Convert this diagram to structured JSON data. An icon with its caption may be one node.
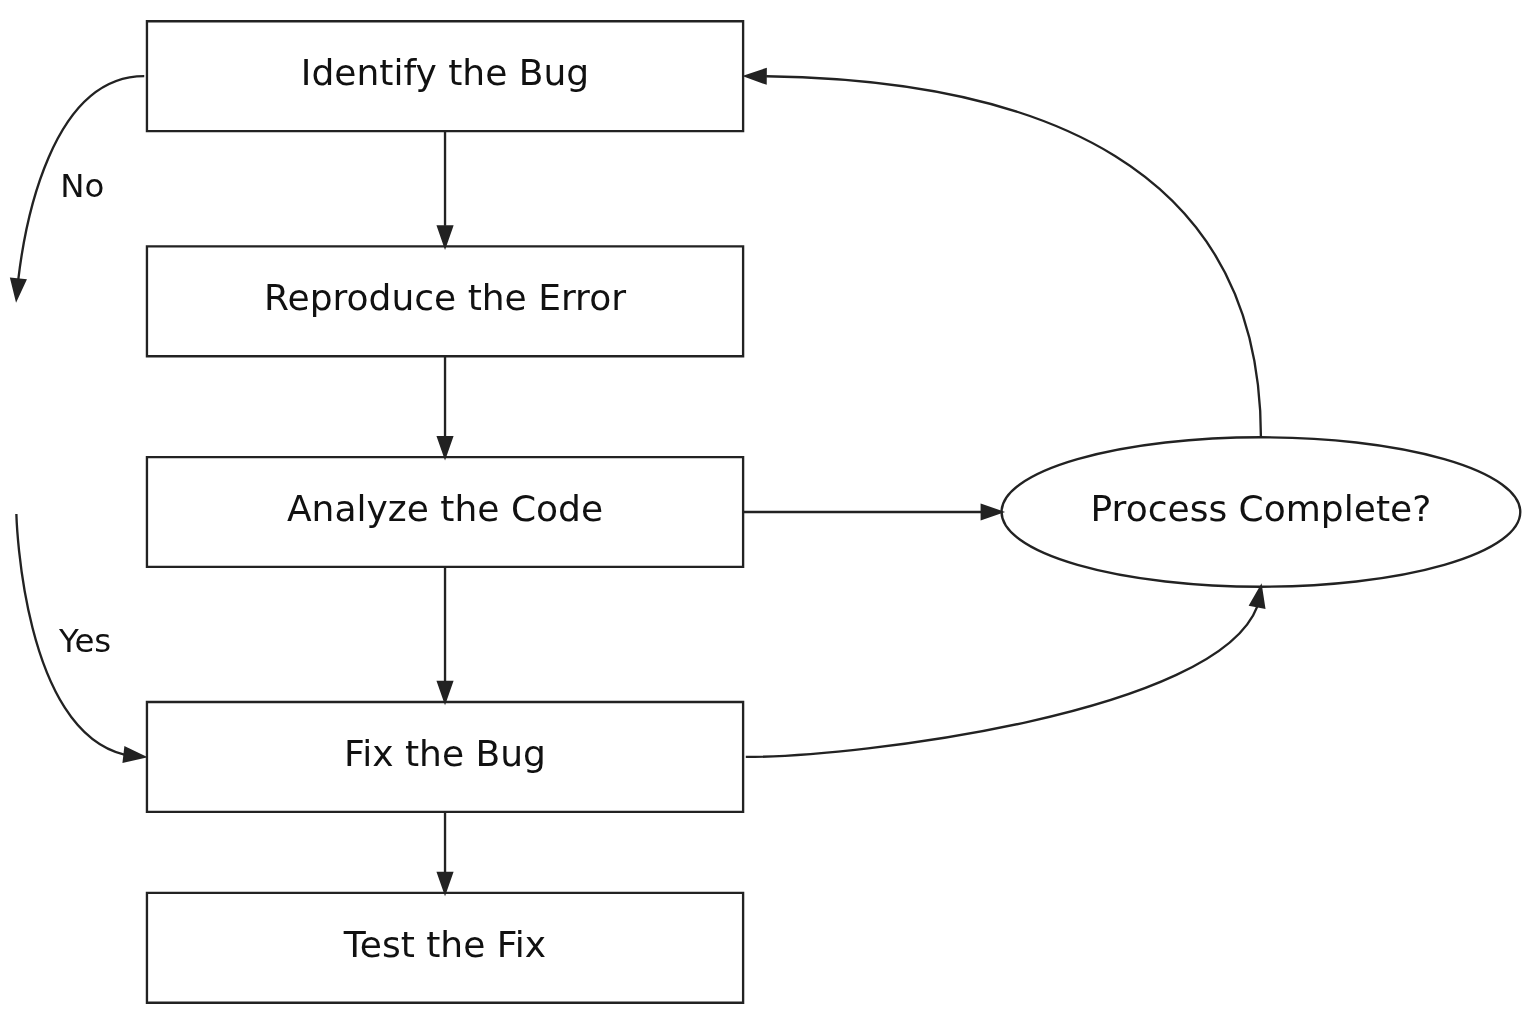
{
  "diagram": {
    "nodes": [
      {
        "text": [
          "Identify the Bug"
        ]
      },
      {
        "text": [
          "Reproduce the Error"
        ]
      },
      {
        "text": [
          "Analyze the Code"
        ]
      },
      {
        "text": [
          "Fix the Bug"
        ]
      },
      {
        "text": [
          "Test the Fix"
        ]
      },
      {
        "text": [
          "Process Complete?"
        ]
      }
    ],
    "edges": [
      {
        "from": 0,
        "to": 1,
        "arrow": "to"
      },
      {
        "from": 1,
        "to": 2,
        "arrow": "to"
      },
      {
        "from": 2,
        "to": 3,
        "arrow": "to"
      },
      {
        "from": 3,
        "to": 4,
        "arrow": "to"
      },
      {
        "from": 2,
        "to": 5,
        "arrow": "to"
      },
      {
        "from": 3,
        "to": 5,
        "arrow": "to"
      },
      {
        "from": 5,
        "to": 0,
        "arrow": "to"
      },
      {
        "from": 0,
        "to": null,
        "arrow": "to",
        "label": "No"
      },
      {
        "from": null,
        "to": 3,
        "arrow": "to",
        "label": "Yes"
      }
    ]
  }
}
